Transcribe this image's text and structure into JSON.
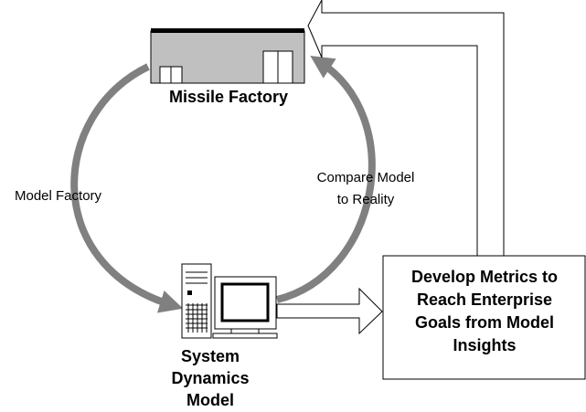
{
  "nodes": {
    "factory": {
      "label": "Missile Factory"
    },
    "model": {
      "label_lines": [
        "System",
        "Dynamics",
        "Model"
      ]
    },
    "metrics": {
      "label_lines": [
        "Develop Metrics to",
        "Reach Enterprise",
        "Goals from Model",
        "Insights"
      ]
    }
  },
  "edges": {
    "model_factory": "Model Factory",
    "compare_lines": [
      "Compare Model",
      "to Reality"
    ]
  },
  "colors": {
    "cycle_arrow": "#808080",
    "building_body": "#c0c0c0",
    "building_roof": "#000000",
    "outline": "#000000",
    "background": "#ffffff"
  }
}
